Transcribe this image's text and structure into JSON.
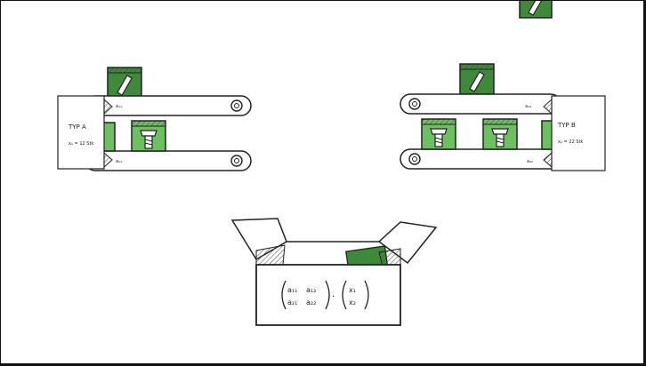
{
  "colors": {
    "background": "#ffffff",
    "crate_dark_green": "#3f8a3a",
    "crate_light_green": "#6cc060",
    "ink": "#222222"
  },
  "machine_a": {
    "title": "TYP A",
    "quantity": "x₁ = 12 Stk",
    "belt_top_label": "a₁₁",
    "belt_bottom_label": "a₂₁"
  },
  "machine_b": {
    "title": "TYP B",
    "quantity": "x₂ = 22 Stk",
    "belt_top_label": "a₁₂",
    "belt_bottom_label": "a₂₂"
  },
  "box": {
    "matrix": [
      [
        "a₁₁",
        "a₁₂"
      ],
      [
        "a₂₁",
        "a₂₂"
      ]
    ],
    "operator": "·",
    "vector": [
      "x₁",
      "x₂"
    ]
  },
  "icons": {
    "dark_crate": "nail-icon",
    "light_crate": "screw-icon"
  }
}
